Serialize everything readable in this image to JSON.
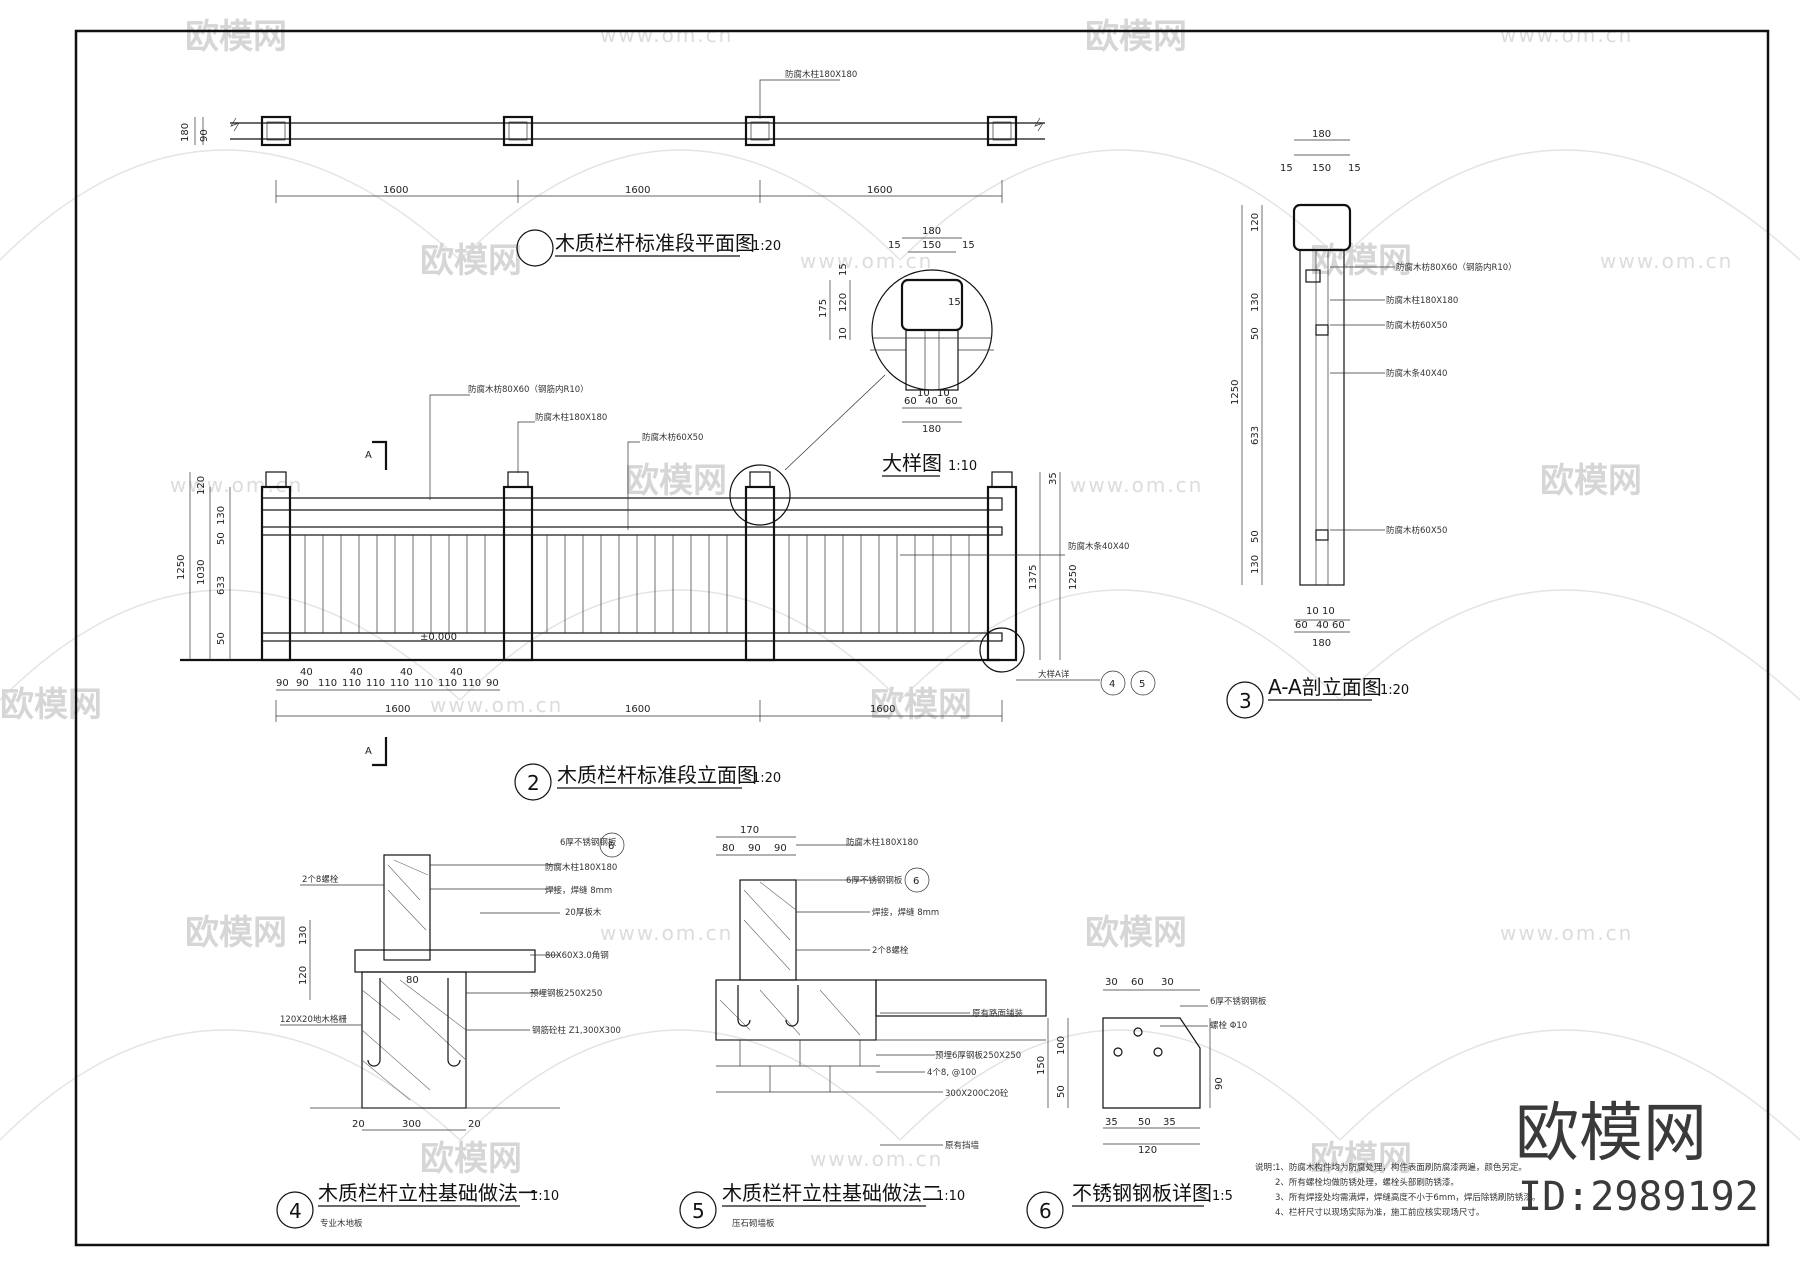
{
  "titles": {
    "t1": "木质栏杆标准段平面图",
    "s1": "1:20",
    "t2": "木质栏杆标准段立面图",
    "s2": "1:20",
    "t3": "A-A剖立面图",
    "s3": "1:20",
    "t4": "木质栏杆立柱基础做法一",
    "s4": "1:10",
    "t5": "木质栏杆立柱基础做法二",
    "s5": "1:10",
    "t6": "不锈钢钢板详图",
    "s6": "1:5",
    "detail": "大样图",
    "detail_scale": "1:10",
    "n2": "2",
    "n3": "3",
    "n4": "4",
    "n5": "5",
    "n6": "6",
    "sub4": "专业木地板",
    "sub5": "压石砌墙板"
  },
  "section_mark": "A",
  "dims": {
    "span": "1600",
    "post": "180",
    "s150": "150",
    "s15": "15",
    "s90": "90",
    "h1250": "1250",
    "h1030": "1030",
    "h120": "120",
    "h130": "130",
    "h633": "633",
    "h50": "50",
    "h175": "175",
    "h1375": "1375",
    "h35": "35",
    "d10": "10",
    "d40": "40",
    "d60": "60",
    "d110": "110",
    "f170": "170",
    "f80": "80",
    "f300": "300",
    "f20": "20",
    "p30": "30",
    "p60": "60",
    "p35": "35",
    "p50": "50",
    "p100": "100"
  },
  "level": "±0.000",
  "notes": {
    "post": "防腐木柱180X180",
    "rail": "防腐木枋80X60（钢筋内R10）",
    "rail2": "防腐木枋60X50",
    "baluster": "防腐木条40X40",
    "cap": "防腐木柱180X180",
    "plate": "6厚不锈钢钢板",
    "weld": "焊接，焊缝 8mm",
    "bolt": "2个8螺栓",
    "deck": "20厚板木",
    "steel": "80X60X3.0角钢",
    "footing": "预埋钢板250X250",
    "pier": "钢筋砼柱 Z1,300X300",
    "joist": "120X20地木格栅",
    "slab": "原有路面铺装",
    "embed": "预埋6厚钢板250X250",
    "rebar": "4个8, @100",
    "c20": "300X200C20砼",
    "wall": "原有挡墙",
    "hole": "螺栓 Φ10",
    "detail_ref": "大样A详"
  },
  "legend": {
    "head": "说明：",
    "l1": "1、防腐木构件均为防腐处理，构件表面刷防腐漆两遍，颜色另定。",
    "l2": "2、所有螺栓均做防锈处理，螺栓头部刷防锈漆。",
    "l3": "3、所有焊接处均需满焊，焊缝高度不小于6mm，焊后除锈刷防锈漆。",
    "l4": "4、栏杆尺寸以现场实际为准，施工前应核实现场尺寸。"
  },
  "watermark": {
    "brand": "欧模网",
    "url": "www.om.cn"
  },
  "badge": {
    "brand": "欧模网",
    "id": "ID:2989192"
  }
}
